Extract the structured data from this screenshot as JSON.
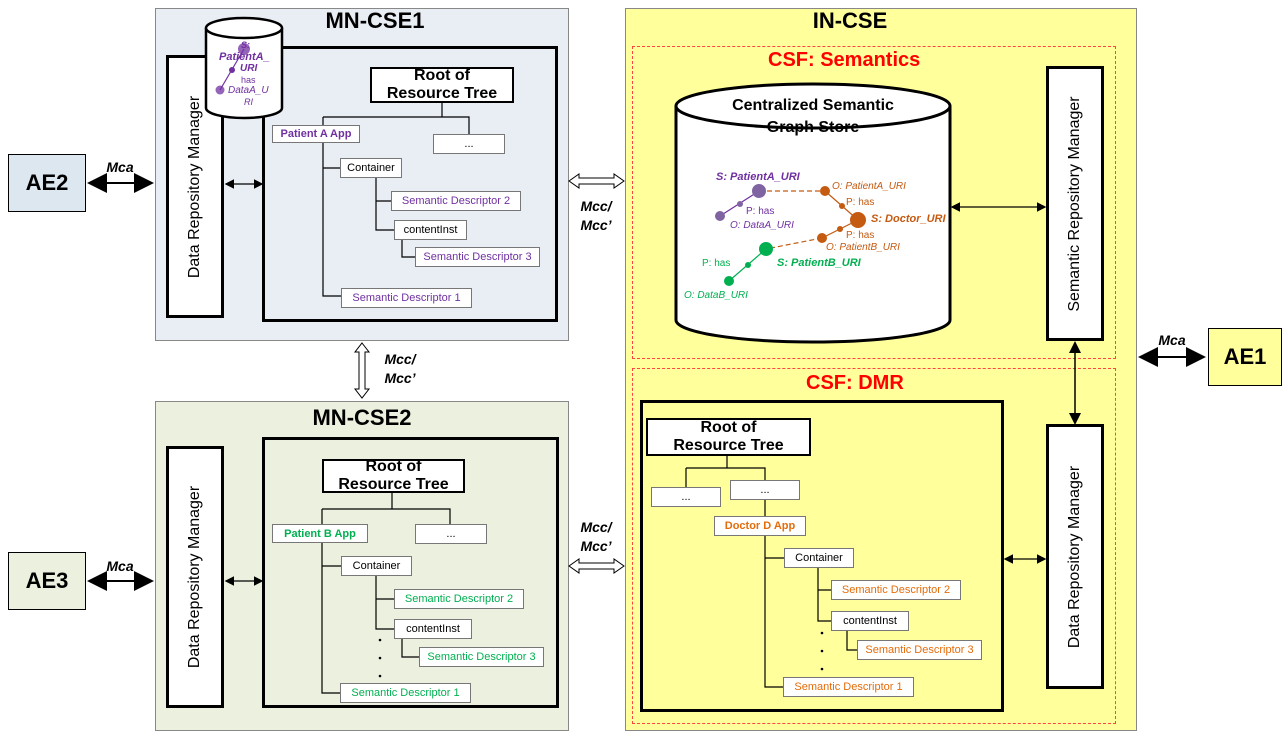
{
  "mn_cse1": {
    "title": "MN-CSE1",
    "dr_manager": "Data Repository Manager",
    "root": "Root of\nResource Tree",
    "app": "Patient A App",
    "ellipsis": "...",
    "container": "Container",
    "sd2": "Semantic Descriptor 2",
    "content_inst": "contentInst",
    "sd3": "Semantic Descriptor 3",
    "sd1": "Semantic Descriptor 1",
    "db": {
      "s": "S:",
      "s2": "PatientA_",
      "uri": "URI",
      "has": "has",
      "data": "DataA_U",
      "ri": "RI"
    }
  },
  "mn_cse2": {
    "title": "MN-CSE2",
    "dr_manager": "Data Repository Manager",
    "root": "Root of\nResource Tree",
    "app": "Patient B App",
    "ellipsis": "...",
    "container": "Container",
    "sd2": "Semantic Descriptor 2",
    "content_inst": "contentInst",
    "sd3": "Semantic Descriptor 3",
    "sd1": "Semantic Descriptor 1"
  },
  "in_cse": {
    "title": "IN-CSE",
    "csf_sem": "CSF: Semantics",
    "csf_dmr": "CSF: DMR",
    "store": "Centralized Semantic\nGraph Store",
    "srm": "Semantic Repository Manager",
    "dr_manager": "Data Repository Manager",
    "root": "Root of\nResource Tree",
    "ellipsis1": "...",
    "ellipsis2": "...",
    "app": "Doctor D App",
    "container": "Container",
    "sd2": "Semantic Descriptor 2",
    "content_inst": "contentInst",
    "sd3": "Semantic Descriptor 3",
    "sd1": "Semantic Descriptor 1",
    "graph": {
      "s_a": "S: PatientA_URI",
      "p_has_a": "P: has",
      "o_data_a": "O: DataA_URI",
      "o_patient_a": "O: PatientA_URI",
      "p_has_d1": "P: has",
      "s_doctor": "S: Doctor_URI",
      "p_has_d2": "P: has",
      "o_patient_b": "O: PatientB_URI",
      "s_b": "S: PatientB_URI",
      "p_has_b": "P: has",
      "o_data_b": "O: DataB_URI"
    }
  },
  "ae": {
    "ae1": "AE1",
    "ae2": "AE2",
    "ae3": "AE3"
  },
  "links": {
    "mca": "Mca",
    "mcc1": "Mcc/",
    "mcc2": "Mcc’"
  },
  "colors": {
    "patient_a": "#7030a0",
    "patient_b": "#00b050",
    "doctor": "#e46c0a",
    "in_cse_bg": "#ffff9c",
    "mn1_bg": "#e9edf4",
    "mn2_bg": "#ebf1de",
    "ae_bg": "#dde7f0"
  }
}
